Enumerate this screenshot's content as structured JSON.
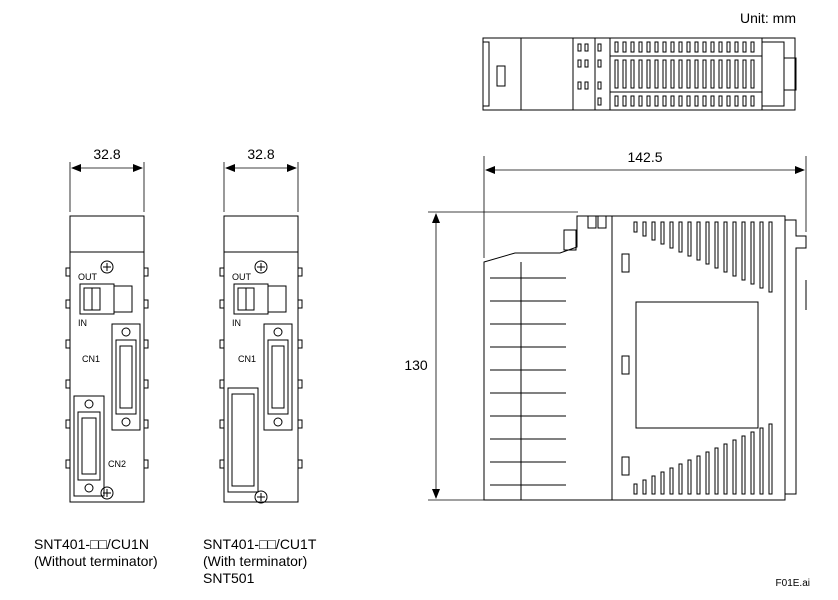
{
  "unit_label": "Unit: mm",
  "figure_id": "F01E.ai",
  "dimensions": {
    "width_left": "32.8",
    "width_middle": "32.8",
    "depth": "142.5",
    "height": "130"
  },
  "connector_labels": {
    "out": "OUT",
    "in": "IN",
    "cn1": "CN1",
    "cn2": "CN2"
  },
  "captions": {
    "left": {
      "line1": "SNT401-□□/CU1N",
      "line2": "(Without terminator)"
    },
    "middle": {
      "line1": "SNT401-□□/CU1T",
      "line2": "(With terminator)",
      "line3": "SNT501"
    }
  }
}
